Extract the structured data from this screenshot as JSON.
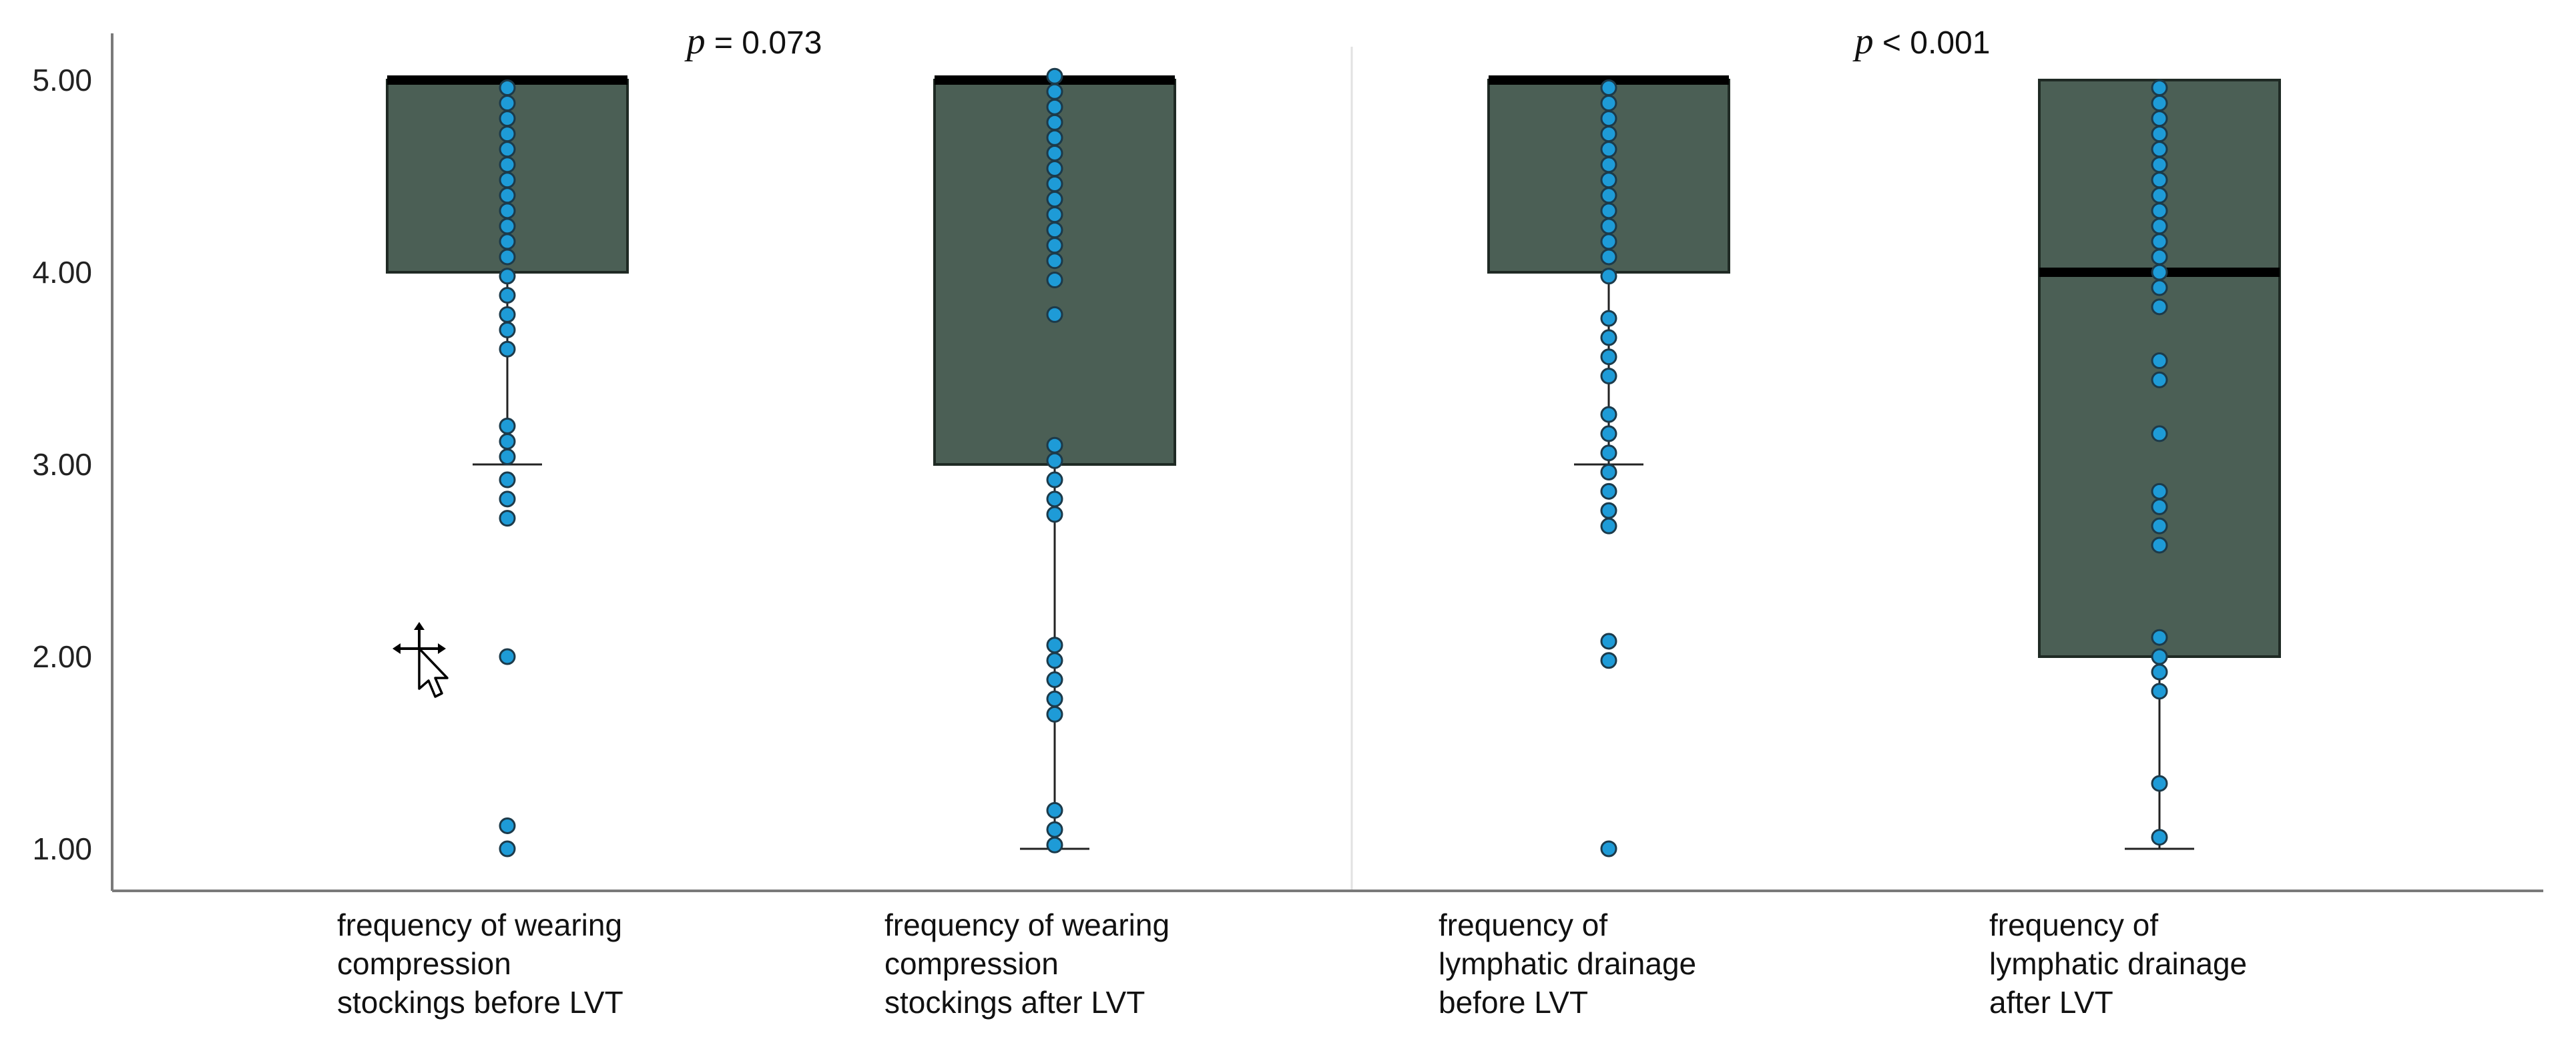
{
  "chart_data": {
    "type": "box",
    "ylim": [
      0.85,
      5.2
    ],
    "yticks": [
      "1.00",
      "2.00",
      "3.00",
      "4.00",
      "5.00"
    ],
    "categories": [
      [
        "frequency of wearing",
        "compression",
        "stockings before LVT"
      ],
      [
        "frequency of wearing",
        "compression",
        "stockings after LVT"
      ],
      [
        "frequency of",
        "lymphatic drainage",
        "before LVT"
      ],
      [
        "frequency of",
        "lymphatic drainage",
        "after LVT"
      ]
    ],
    "p_values": [
      {
        "symbol": "p",
        "text": " = 0.073"
      },
      {
        "symbol": "p",
        "text": " < 0.001"
      }
    ],
    "boxes": [
      {
        "min": 3.0,
        "q1": 4.0,
        "median": 5.0,
        "q3": 5.0,
        "max": 5.0
      },
      {
        "min": 1.0,
        "q1": 3.0,
        "median": 5.0,
        "q3": 5.0,
        "max": 5.0
      },
      {
        "min": 3.0,
        "q1": 4.0,
        "median": 5.0,
        "q3": 5.0,
        "max": 5.0
      },
      {
        "min": 1.0,
        "q1": 2.0,
        "median": 4.0,
        "q3": 5.0,
        "max": 5.0
      }
    ],
    "points": [
      [
        4.96,
        4.88,
        4.8,
        4.72,
        4.64,
        4.56,
        4.48,
        4.4,
        4.32,
        4.24,
        4.16,
        4.08,
        3.98,
        3.88,
        3.78,
        3.7,
        3.6,
        3.2,
        3.12,
        3.04,
        2.92,
        2.82,
        2.72,
        2.0,
        1.12,
        1.0
      ],
      [
        5.02,
        4.94,
        4.86,
        4.78,
        4.7,
        4.62,
        4.54,
        4.46,
        4.38,
        4.3,
        4.22,
        4.14,
        4.06,
        3.96,
        3.78,
        3.1,
        3.02,
        2.92,
        2.82,
        2.74,
        2.06,
        1.98,
        1.88,
        1.78,
        1.7,
        1.2,
        1.1,
        1.02
      ],
      [
        4.96,
        4.88,
        4.8,
        4.72,
        4.64,
        4.56,
        4.48,
        4.4,
        4.32,
        4.24,
        4.16,
        4.08,
        3.98,
        3.76,
        3.66,
        3.56,
        3.46,
        3.26,
        3.16,
        3.06,
        2.96,
        2.86,
        2.76,
        2.68,
        2.08,
        1.98,
        1.0
      ],
      [
        4.96,
        4.88,
        4.8,
        4.72,
        4.64,
        4.56,
        4.48,
        4.4,
        4.32,
        4.24,
        4.16,
        4.08,
        4.0,
        3.92,
        3.82,
        3.54,
        3.44,
        3.16,
        2.86,
        2.78,
        2.68,
        2.58,
        2.1,
        2.0,
        1.92,
        1.82,
        1.34,
        1.06
      ]
    ],
    "colors": {
      "box_fill": "#4b5f55",
      "box_stroke": "#1f2a24",
      "median": "#000000",
      "point_fill": "#1e9bd7",
      "point_stroke": "#1c3a4a",
      "axis": "#7a7a7a",
      "divider": "#e2e2e2"
    }
  },
  "cursor_icon": "move-cursor-icon"
}
